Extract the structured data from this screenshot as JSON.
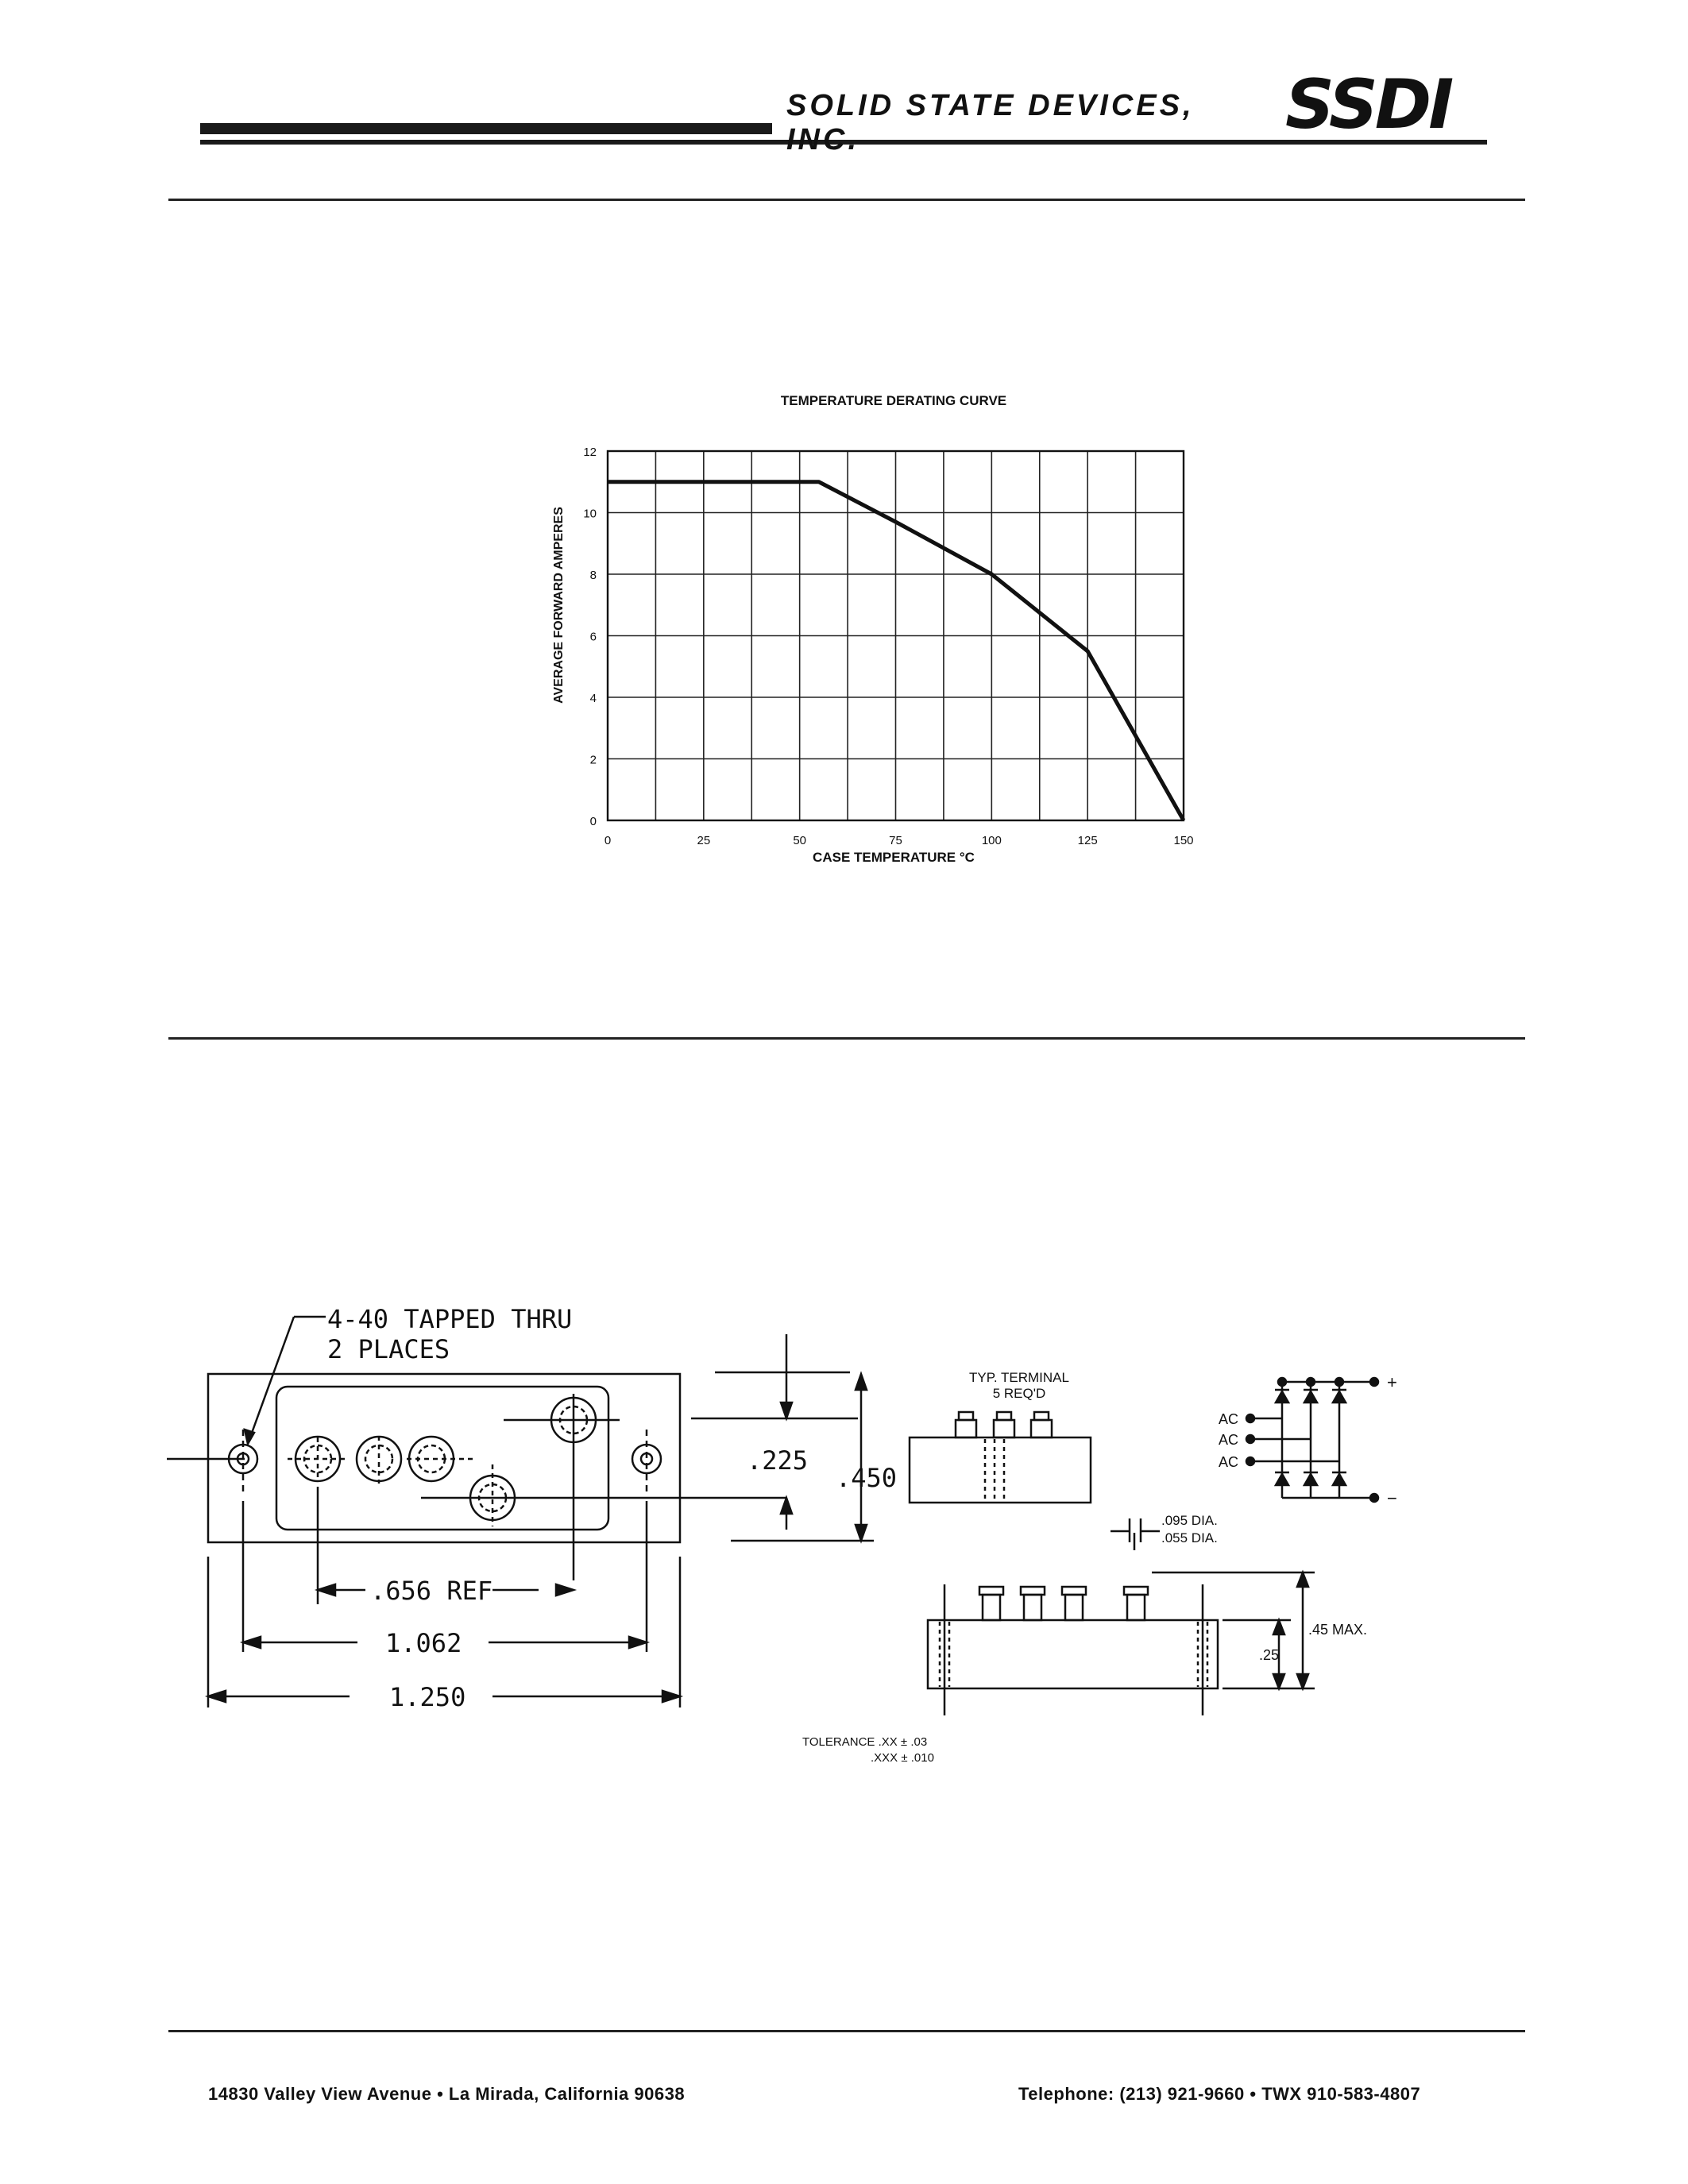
{
  "header": {
    "company_name": "SOLID STATE DEVICES, INC.",
    "logo_text": "SSDI"
  },
  "chart_data": {
    "type": "line",
    "title": "TEMPERATURE DERATING CURVE",
    "xlabel": "CASE TEMPERATURE °C",
    "ylabel": "AVERAGE FORWARD AMPERES",
    "xlim": [
      0,
      150
    ],
    "ylim": [
      0,
      12
    ],
    "x_ticks": [
      0,
      25,
      50,
      75,
      100,
      125,
      150
    ],
    "y_ticks": [
      0,
      2,
      4,
      6,
      8,
      10,
      12
    ],
    "grid": true,
    "series": [
      {
        "x": [
          0,
          55,
          75,
          100,
          125,
          150
        ],
        "y": [
          11,
          11,
          9.7,
          8,
          5.5,
          0
        ]
      }
    ]
  },
  "drawing": {
    "tapped_note_line1": "4-40 TAPPED THRU",
    "tapped_note_line2": "2 PLACES",
    "dim_225": ".225",
    "dim_450": ".450",
    "dim_656": ".656 REF",
    "dim_1062": "1.062",
    "dim_1250": "1.250",
    "typ_terminal_line1": "TYP. TERMINAL",
    "typ_terminal_line2": "5 REQ'D",
    "dia_095": ".095 DIA.",
    "dia_055": ".055 DIA.",
    "dim_45max": ".45 MAX.",
    "dim_25": ".25",
    "tolerance_line1": "TOLERANCE .XX ± .03",
    "tolerance_line2": ".XXX ± .010",
    "schematic_ac": [
      "AC",
      "AC",
      "AC"
    ],
    "schematic_plus": "+",
    "schematic_minus": "−"
  },
  "footer": {
    "address": "14830 Valley View Avenue  •  La Mirada, California 90638",
    "phone": "Telephone: (213) 921-9660  •  TWX 910-583-4807"
  }
}
